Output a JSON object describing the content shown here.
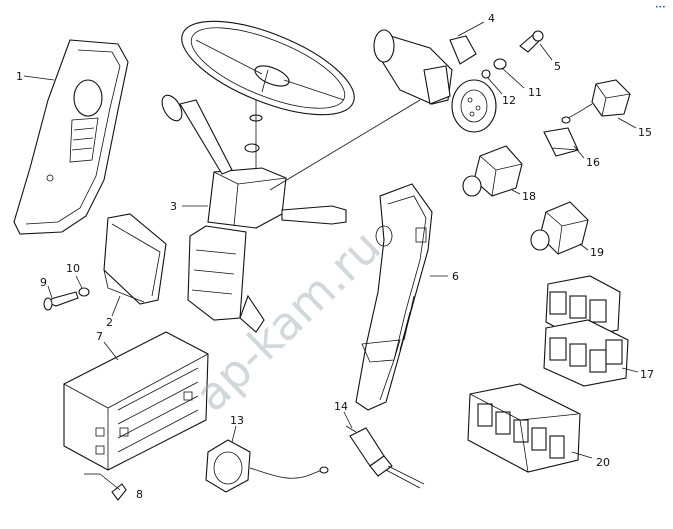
{
  "watermark": "ap-kam.ru",
  "corner_mark": "•••",
  "labels": {
    "l1": "1",
    "l2": "2",
    "l3": "3",
    "l4": "4",
    "l5": "5",
    "l6": "6",
    "l7": "7",
    "l8": "8",
    "l9": "9",
    "l10": "10",
    "l11": "11",
    "l12": "12",
    "l13": "13",
    "l14": "14",
    "l15": "15",
    "l16": "16",
    "l17": "17",
    "l18": "18",
    "l19": "19",
    "l20": "20"
  }
}
